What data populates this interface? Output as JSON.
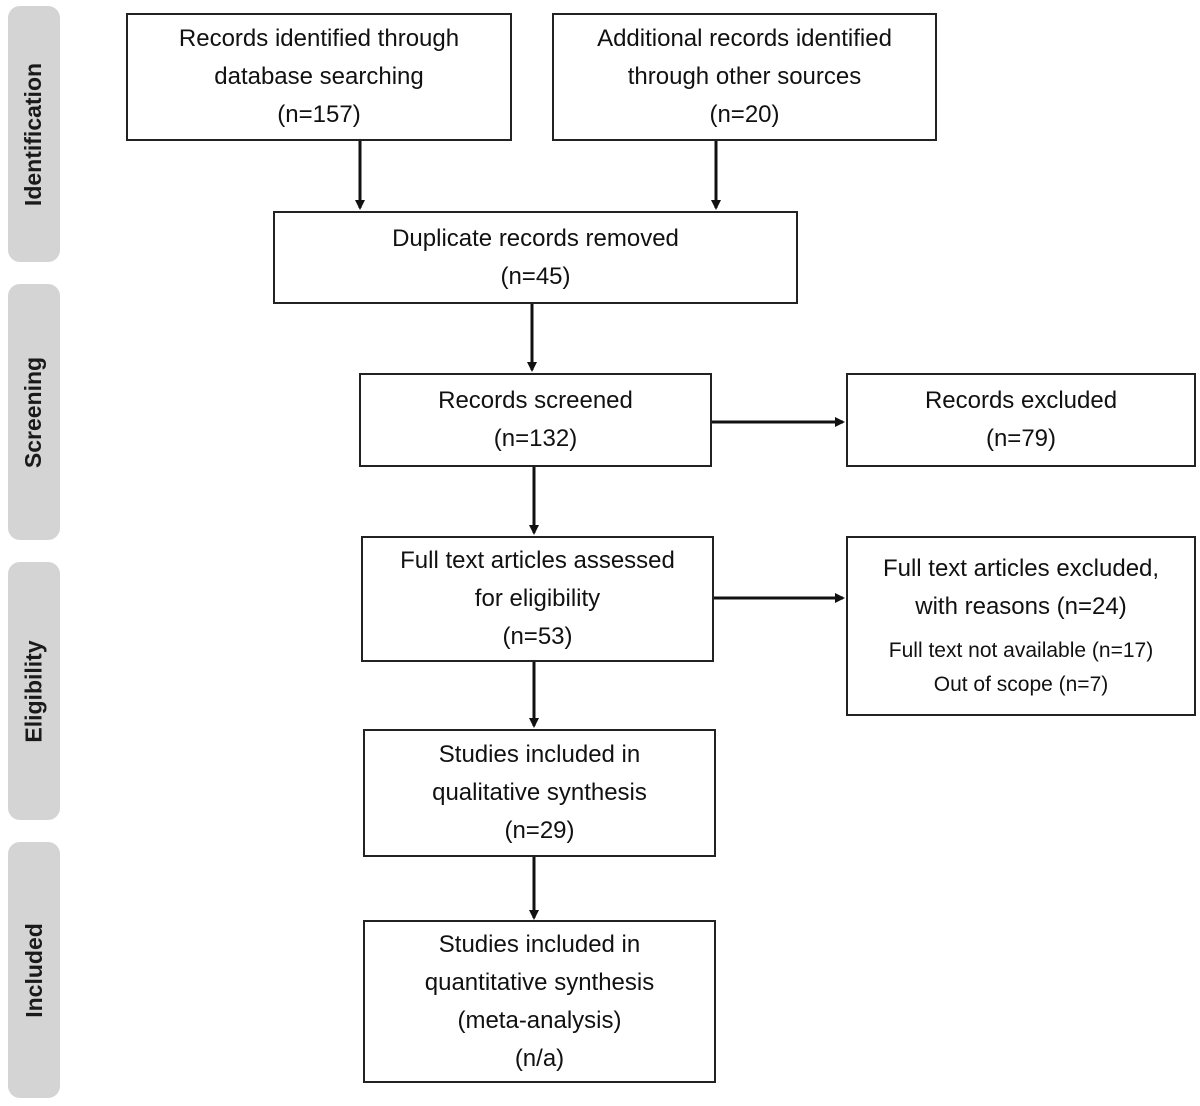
{
  "stages": {
    "identification": "Identification",
    "screening": "Screening",
    "eligibility": "Eligibility",
    "included": "Included"
  },
  "boxes": {
    "database": {
      "line1": "Records identified  through",
      "line2": "database searching",
      "count": "(n=157)"
    },
    "other_sources": {
      "line1": "Additional  records identified",
      "line2": "through other sources",
      "count": "(n=20)"
    },
    "duplicates": {
      "line1": "Duplicate records removed",
      "count": "(n=45)"
    },
    "screened": {
      "line1": "Records screened",
      "count": "(n=132)"
    },
    "excluded": {
      "line1": "Records excluded",
      "count": "(n=79)"
    },
    "fulltext": {
      "line1": "Full  text  articles  assessed",
      "line2": "for eligibility",
      "count": "(n=53)"
    },
    "fulltext_excluded": {
      "line1": "Full text articles excluded,",
      "line2": "with reasons (n=24)",
      "reason1": "Full text not available (n=17)",
      "reason2": "Out of scope (n=7)"
    },
    "qualitative": {
      "line1": "Studies included  in",
      "line2": "qualitative  synthesis",
      "count": "(n=29)"
    },
    "quantitative": {
      "line1": "Studies included  in",
      "line2": "quantitative synthesis",
      "line3": "(meta-analysis)",
      "count": "(n/a)"
    }
  }
}
